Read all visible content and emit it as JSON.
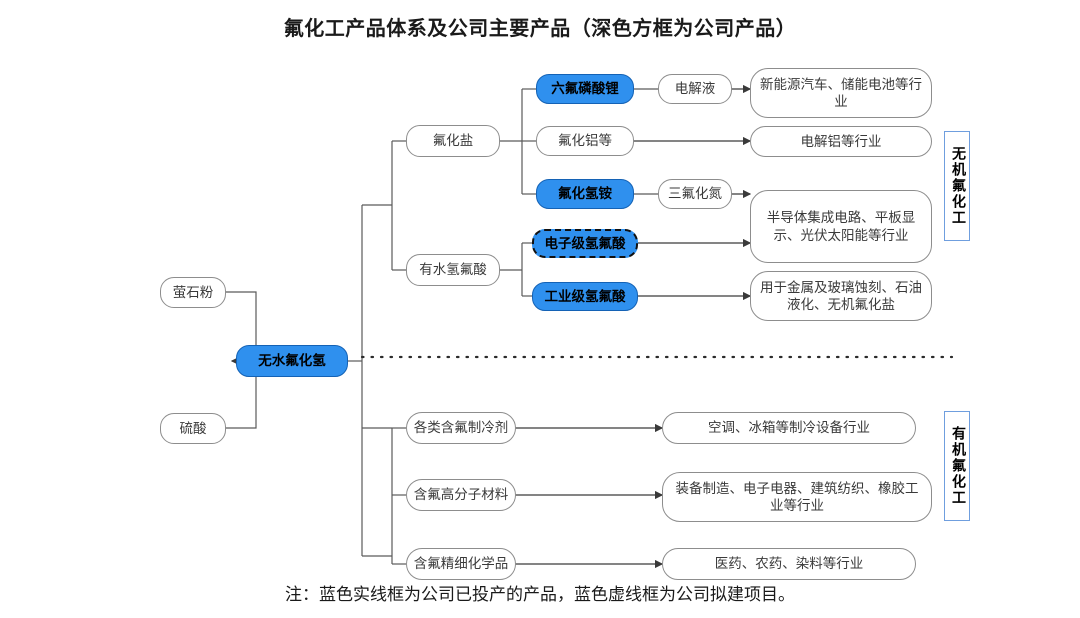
{
  "header": {
    "title": "氟化工产品体系及公司主要产品（深色方框为公司产品）"
  },
  "footer": {
    "note": "注：蓝色实线框为公司已投产的产品，蓝色虚线框为公司拟建项目。"
  },
  "legend": {
    "solid_blue_meaning": "公司已投产的产品",
    "dashed_blue_meaning": "公司拟建项目",
    "blue_fill": "#2F90EE",
    "blue_border": "#1462B5",
    "plain_border": "#8D8D8D",
    "group_label_border": "#6F9EDE"
  },
  "raw_materials": [
    {
      "id": "fluorite",
      "label": "萤石粉",
      "style": "plain"
    },
    {
      "id": "sulfuric-acid",
      "label": "硫酸",
      "style": "plain"
    }
  ],
  "core": {
    "id": "ahf",
    "label": "无水氟化氢",
    "style": "blue"
  },
  "groups": [
    {
      "id": "inorganic",
      "label": "无机氟化工"
    },
    {
      "id": "organic",
      "label": "有机氟化工"
    }
  ],
  "inorganic_branch": {
    "intermediates": [
      {
        "id": "fluoride-salt",
        "label": "氟化盐",
        "style": "plain"
      },
      {
        "id": "aqueous-hf",
        "label": "有水氢氟酸",
        "style": "plain"
      }
    ],
    "products": [
      {
        "id": "lipf6",
        "label": "六氟磷酸锂",
        "style": "blue"
      },
      {
        "id": "aluminium-fluoride",
        "label": "氟化铝等",
        "style": "plain"
      },
      {
        "id": "ammonium-bifluoride",
        "label": "氟化氢铵",
        "style": "blue"
      },
      {
        "id": "electronic-grade-hf",
        "label": "电子级氢氟酸",
        "style": "blue-dashed"
      },
      {
        "id": "industrial-grade-hf",
        "label": "工业级氢氟酸",
        "style": "blue"
      }
    ],
    "midstream": [
      {
        "id": "electrolyte",
        "label": "电解液",
        "style": "plain"
      },
      {
        "id": "nf3",
        "label": "三氟化氮",
        "style": "plain"
      }
    ],
    "applications": [
      {
        "id": "ev-battery",
        "label": "新能源汽车、储能电池等行业",
        "style": "plain"
      },
      {
        "id": "electrolytic-aluminium",
        "label": "电解铝等行业",
        "style": "plain"
      },
      {
        "id": "semiconductor",
        "label": "半导体集成电路、平板显示、光伏太阳能等行业",
        "style": "plain"
      },
      {
        "id": "etching",
        "label": "用于金属及玻璃蚀刻、石油液化、无机氟化盐",
        "style": "plain"
      }
    ]
  },
  "organic_branch": {
    "products": [
      {
        "id": "refrigerants",
        "label": "各类含氟制冷剂",
        "style": "plain"
      },
      {
        "id": "polymers",
        "label": "含氟高分子材料",
        "style": "plain"
      },
      {
        "id": "fine-chemicals",
        "label": "含氟精细化学品",
        "style": "plain"
      }
    ],
    "applications": [
      {
        "id": "refrigeration-equipment",
        "label": "空调、冰箱等制冷设备行业",
        "style": "plain"
      },
      {
        "id": "manufacturing",
        "label": "装备制造、电子电器、建筑纺织、橡胶工业等行业",
        "style": "plain"
      },
      {
        "id": "pharma",
        "label": "医药、农药、染料等行业",
        "style": "plain"
      }
    ]
  }
}
